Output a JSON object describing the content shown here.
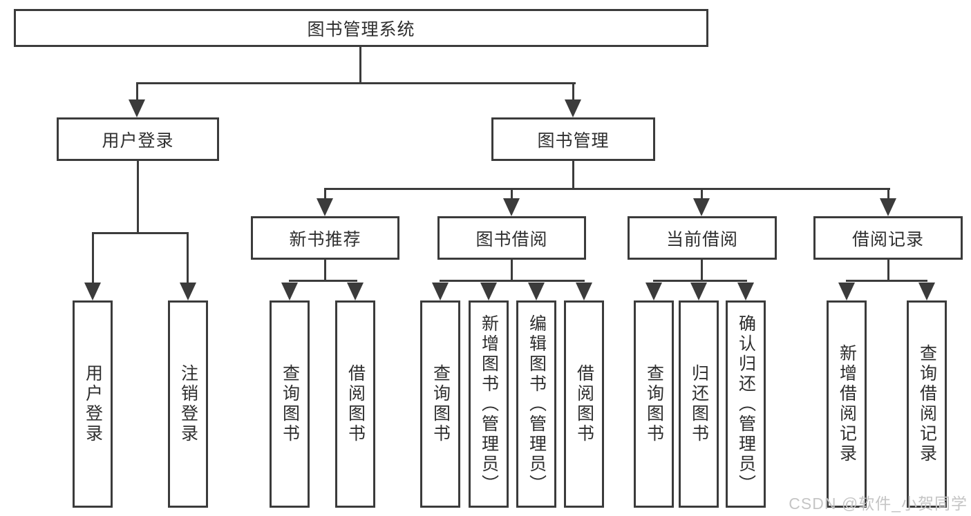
{
  "colors": {
    "line": "#3b3b3b",
    "text": "#2e2e2e",
    "watermark": "#c5c5c5",
    "background": "#ffffff"
  },
  "watermark": {
    "text": "CSDN @软件_小贺同学"
  },
  "tree": {
    "root": {
      "label": "图书管理系统"
    },
    "branches": [
      {
        "id": "user-login",
        "label": "用户登录",
        "leaves": [
          {
            "label": "用户登录"
          },
          {
            "label": "注销登录"
          }
        ]
      },
      {
        "id": "book-management",
        "label": "图书管理",
        "sections": [
          {
            "id": "new-book-recommend",
            "label": "新书推荐",
            "leaves": [
              {
                "label": "查询图书"
              },
              {
                "label": "借阅图书"
              }
            ]
          },
          {
            "id": "book-borrowing",
            "label": "图书借阅",
            "leaves": [
              {
                "label": "查询图书"
              },
              {
                "label": "新增图书（管理员）"
              },
              {
                "label": "编辑图书（管理员）"
              },
              {
                "label": "借阅图书"
              }
            ]
          },
          {
            "id": "current-borrowing",
            "label": "当前借阅",
            "leaves": [
              {
                "label": "查询图书"
              },
              {
                "label": "归还图书"
              },
              {
                "label": "确认归还（管理员）"
              }
            ]
          },
          {
            "id": "borrow-records",
            "label": "借阅记录",
            "leaves": [
              {
                "label": "新增借阅记录"
              },
              {
                "label": "查询借阅记录"
              }
            ]
          }
        ]
      }
    ]
  }
}
